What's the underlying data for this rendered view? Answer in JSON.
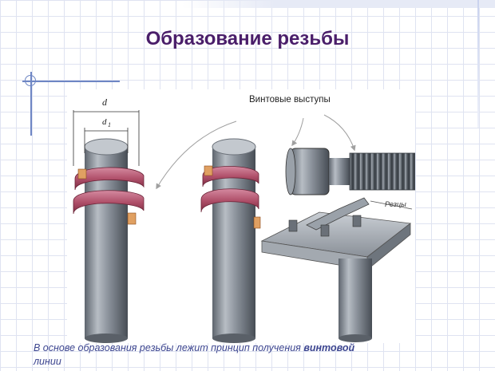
{
  "slide": {
    "title": "Образование резьбы"
  },
  "figure": {
    "label_helical_ridges": "Винтовые выступы",
    "label_d": "d",
    "label_d1": "d",
    "label_d1_sub": "1",
    "label_cutters": "Резцы"
  },
  "caption": {
    "text_before": "В основе образования резьбы лежит принцип получения ",
    "text_emphasis": "винтовой",
    "text_after": "линии"
  },
  "colors": {
    "title": "#4a1e6a",
    "caption": "#3d4690",
    "rod_gray": "#8b929b",
    "ring_red": "#b0506a",
    "accent_orange": "#e0a062",
    "grid": "#dfe3f1"
  }
}
